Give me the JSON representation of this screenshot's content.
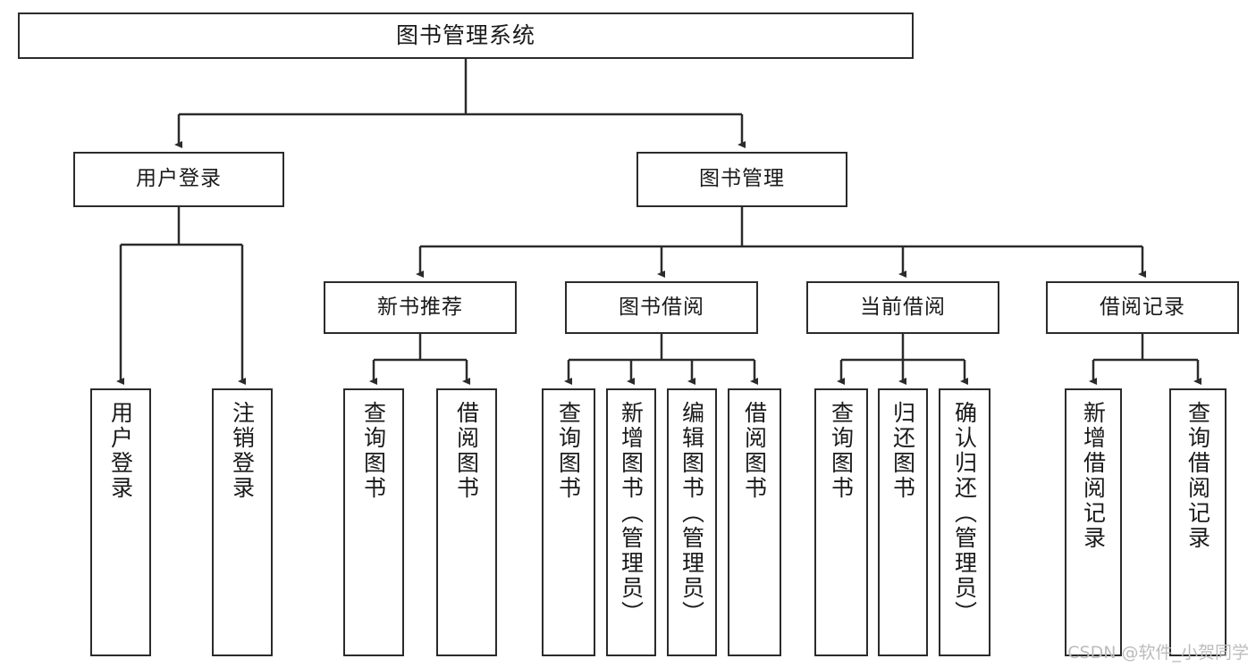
{
  "diagram": {
    "type": "tree-hierarchy-chart",
    "title": "图书管理系统",
    "stroke_color": "#2b2b2b",
    "background_color": "#ffffff",
    "text_color": "#1a1a1a"
  },
  "nodes": {
    "root": {
      "label": "图书管理系统"
    },
    "level1": [
      {
        "id": "user-login",
        "label": "用户登录"
      },
      {
        "id": "book-management",
        "label": "图书管理"
      }
    ],
    "level2": [
      {
        "id": "new-book-recommend",
        "label": "新书推荐"
      },
      {
        "id": "book-borrow",
        "label": "图书借阅"
      },
      {
        "id": "current-borrow",
        "label": "当前借阅"
      },
      {
        "id": "borrow-record",
        "label": "借阅记录"
      }
    ],
    "leaves": {
      "user_login": [
        {
          "id": "leaf-user-login",
          "label": "用户登录"
        },
        {
          "id": "leaf-logout-login",
          "label": "注销登录"
        }
      ],
      "new_book_recommend": [
        {
          "id": "leaf-query-book-1",
          "label": "查询图书"
        },
        {
          "id": "leaf-borrow-book-1",
          "label": "借阅图书"
        }
      ],
      "book_borrow": [
        {
          "id": "leaf-query-book-2",
          "label": "查询图书"
        },
        {
          "id": "leaf-add-book",
          "label": "新增图书（管理员）"
        },
        {
          "id": "leaf-edit-book",
          "label": "编辑图书（管理员）"
        },
        {
          "id": "leaf-borrow-book-2",
          "label": "借阅图书"
        }
      ],
      "current_borrow": [
        {
          "id": "leaf-query-book-3",
          "label": "查询图书"
        },
        {
          "id": "leaf-return-book",
          "label": "归还图书"
        },
        {
          "id": "leaf-confirm-return",
          "label": "确认归还（管理员）"
        }
      ],
      "borrow_record": [
        {
          "id": "leaf-add-record",
          "label": "新增借阅记录"
        },
        {
          "id": "leaf-query-record",
          "label": "查询借阅记录"
        }
      ]
    }
  },
  "watermark": {
    "text": "CSDN @软件_小贺同学"
  }
}
